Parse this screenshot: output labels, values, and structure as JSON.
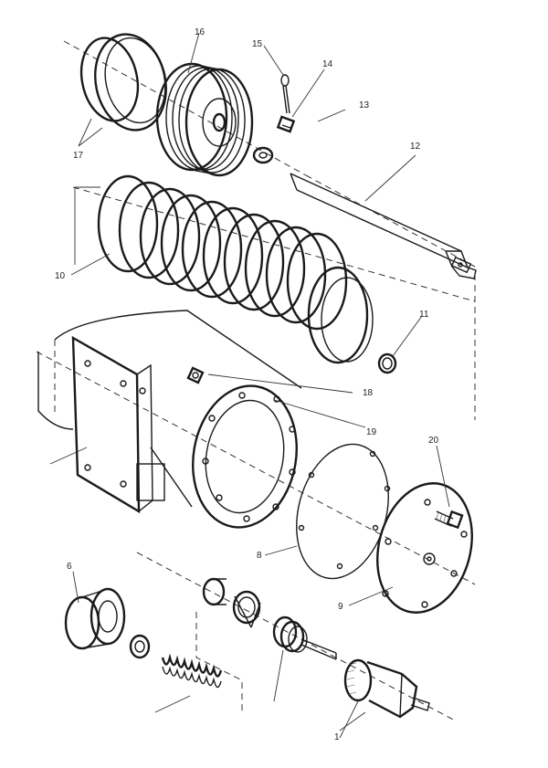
{
  "diagram": {
    "callouts": [
      {
        "id": "c1",
        "text": "1"
      },
      {
        "id": "c8",
        "text": "8"
      },
      {
        "id": "c9",
        "text": "9"
      },
      {
        "id": "c10",
        "text": "10"
      },
      {
        "id": "c11",
        "text": "11"
      },
      {
        "id": "c12",
        "text": "12"
      },
      {
        "id": "c13",
        "text": "13"
      },
      {
        "id": "c14",
        "text": "14"
      },
      {
        "id": "c15",
        "text": "15"
      },
      {
        "id": "c16",
        "text": "16"
      },
      {
        "id": "c17",
        "text": "17"
      },
      {
        "id": "c18",
        "text": "18"
      },
      {
        "id": "c19",
        "text": "19"
      },
      {
        "id": "c20",
        "text": "20"
      },
      {
        "id": "c6",
        "text": "6"
      }
    ]
  }
}
